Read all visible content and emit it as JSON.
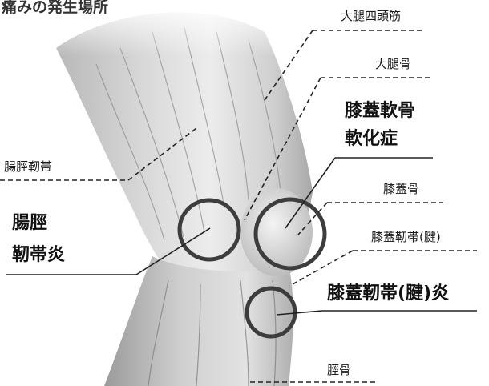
{
  "heading": "痛みの発生場所",
  "labels": {
    "quadriceps": "大腿四頭筋",
    "femur": "大腿骨",
    "chondromalacia_line1": "膝蓋軟骨",
    "chondromalacia_line2": "軟化症",
    "it_band": "腸脛靭帯",
    "patella": "膝蓋骨",
    "itbs_line1": "腸脛",
    "itbs_line2": "靭帯炎",
    "patellar_ligament": "膝蓋靭帯(腱)",
    "patellar_tendinitis": "膝蓋靭帯(腱)炎",
    "tibia": "脛骨"
  },
  "colors": {
    "circle_stroke": "#3d3d3d",
    "leader_line": "#222222",
    "text_dark": "#111111"
  }
}
